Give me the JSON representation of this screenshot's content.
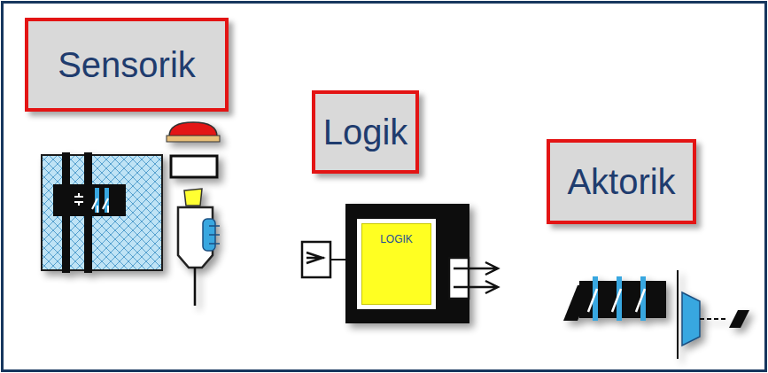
{
  "diagram": {
    "nodes": [
      {
        "text": [
          "Sensorik"
        ]
      },
      {
        "text": [
          "Logik"
        ]
      },
      {
        "text": [
          "LOGIK"
        ]
      },
      {
        "text": [
          "Aktorik"
        ]
      }
    ]
  }
}
